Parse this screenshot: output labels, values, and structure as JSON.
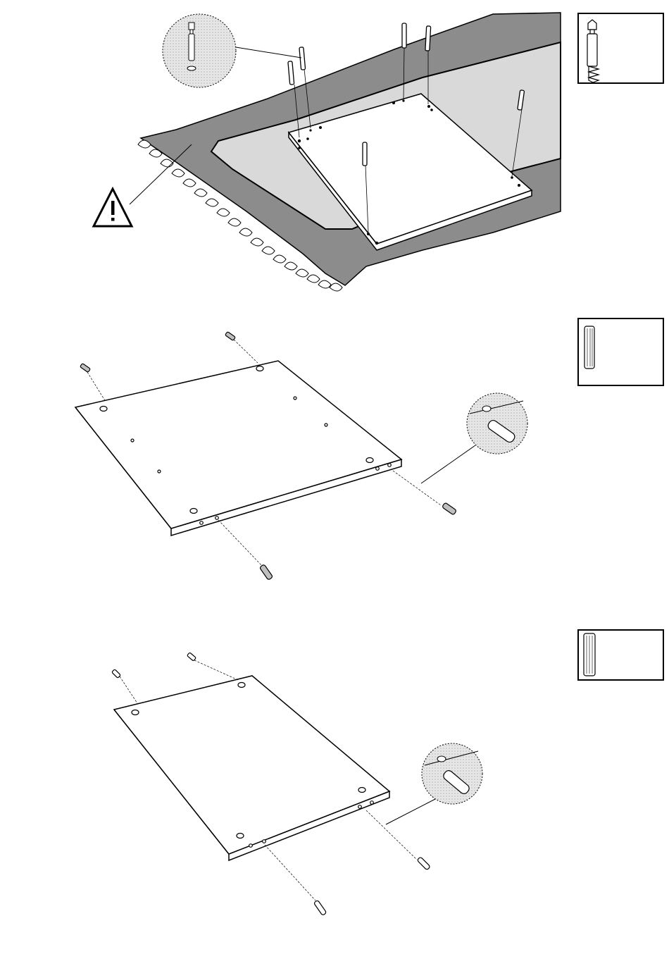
{
  "colors": {
    "ink": "#000000",
    "rug_dark": "#8c8c8c",
    "rug_light": "#d9d9d9",
    "panel": "#ffffff",
    "pin": "#bfbfbf"
  },
  "icons": {
    "warning": "warning-triangle-icon",
    "cam_bolt": "cam-bolt-icon",
    "dowel": "wooden-dowel-icon"
  },
  "steps": [
    {
      "name": "step-1-insert-cam-bolts",
      "part": "cam-bolt",
      "pin_count": 6
    },
    {
      "name": "step-2-insert-dowels-large-panel",
      "part": "dowel",
      "pin_count": 4
    },
    {
      "name": "step-3-insert-dowels-small-panel",
      "part": "dowel",
      "pin_count": 4
    }
  ]
}
